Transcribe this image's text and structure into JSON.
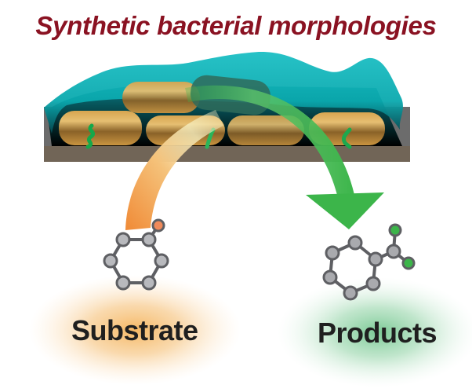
{
  "title": "Synthetic bacterial morphologies",
  "labels": {
    "substrate": "Substrate",
    "products": "Products"
  },
  "colors": {
    "title": "#8a1222",
    "biofilm_teal": "#10b3b8",
    "bacteria_gold": "#d6a24a",
    "platform_wall": "#6c6c6c",
    "platform_base": "#716557",
    "substrate_arrow": "#f08a36",
    "product_arrow": "#3cb54a",
    "atom_gray": "#b8b9bd",
    "bond_gray": "#5e5f63",
    "substituent_orange": "#f08a5a",
    "substituent_green": "#3cb54a",
    "substrate_glow": "#f7c98a",
    "products_glow": "#9ed8b0"
  },
  "molecules": {
    "substrate": {
      "ring_atoms": 6,
      "substituents": 1,
      "substituent_color": "orange"
    },
    "product": {
      "ring_atoms": 6,
      "side_chain_carbon": 1,
      "substituents": 2,
      "substituent_color": "green"
    }
  },
  "icons": {
    "reaction_arrow_in": "curved-arrow-orange",
    "reaction_arrow_out": "curved-arrow-green"
  }
}
